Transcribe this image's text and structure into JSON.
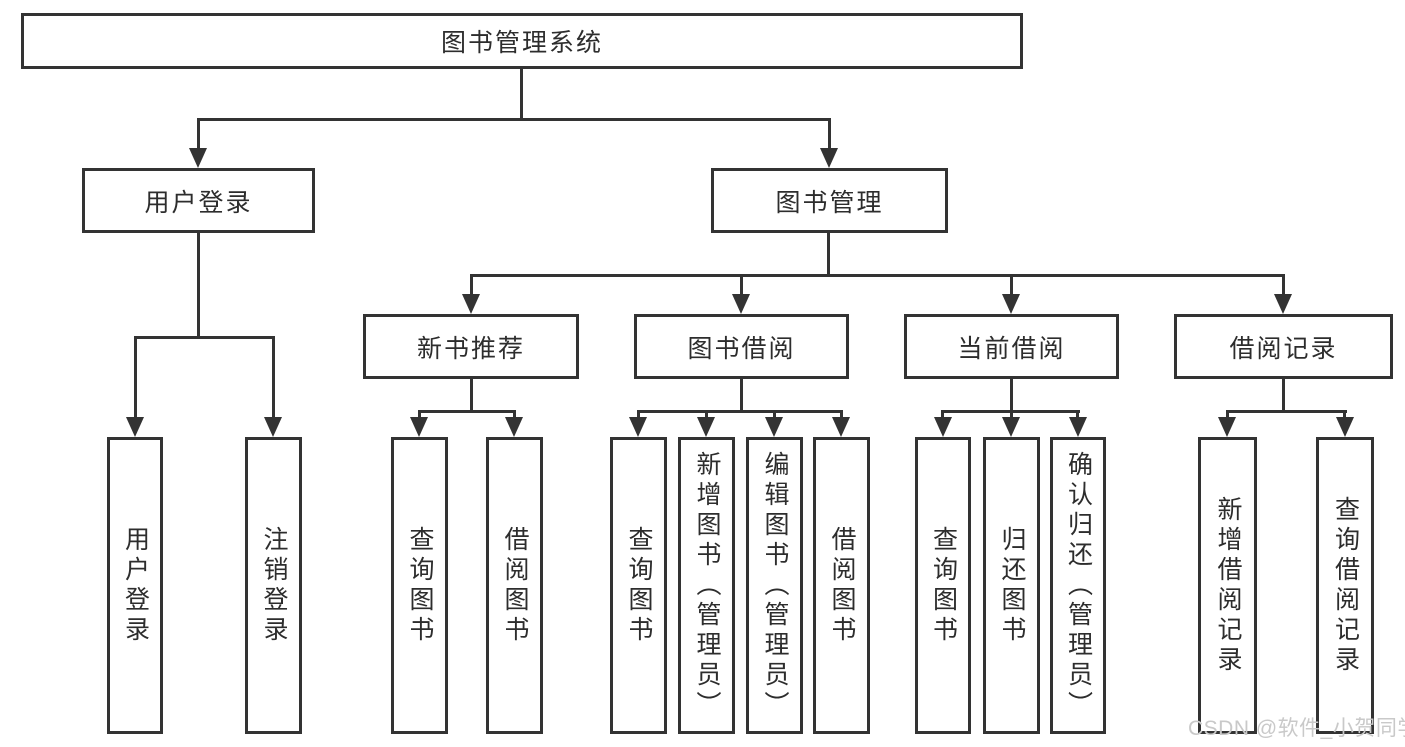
{
  "tree": {
    "label": "图书管理系统",
    "children": [
      {
        "label": "用户登录",
        "children": [
          {
            "label": "用户登录"
          },
          {
            "label": "注销登录"
          }
        ]
      },
      {
        "label": "图书管理",
        "children": [
          {
            "label": "新书推荐",
            "children": [
              {
                "label": "查询图书"
              },
              {
                "label": "借阅图书"
              }
            ]
          },
          {
            "label": "图书借阅",
            "children": [
              {
                "label": "查询图书"
              },
              {
                "label": "新增图书（管理员）"
              },
              {
                "label": "编辑图书（管理员）"
              },
              {
                "label": "借阅图书"
              }
            ]
          },
          {
            "label": "当前借阅",
            "children": [
              {
                "label": "查询图书"
              },
              {
                "label": "归还图书"
              },
              {
                "label": "确认归还（管理员）"
              }
            ]
          },
          {
            "label": "借阅记录",
            "children": [
              {
                "label": "新增借阅记录"
              },
              {
                "label": "查询借阅记录"
              }
            ]
          }
        ]
      }
    ]
  },
  "watermark": {
    "text": "CSDN @软件_小贺同学"
  },
  "colors": {
    "line": "#333333",
    "border": "#333333",
    "text": "#2d2d2d",
    "watermark": "#c9c9c9",
    "background": "#ffffff"
  }
}
